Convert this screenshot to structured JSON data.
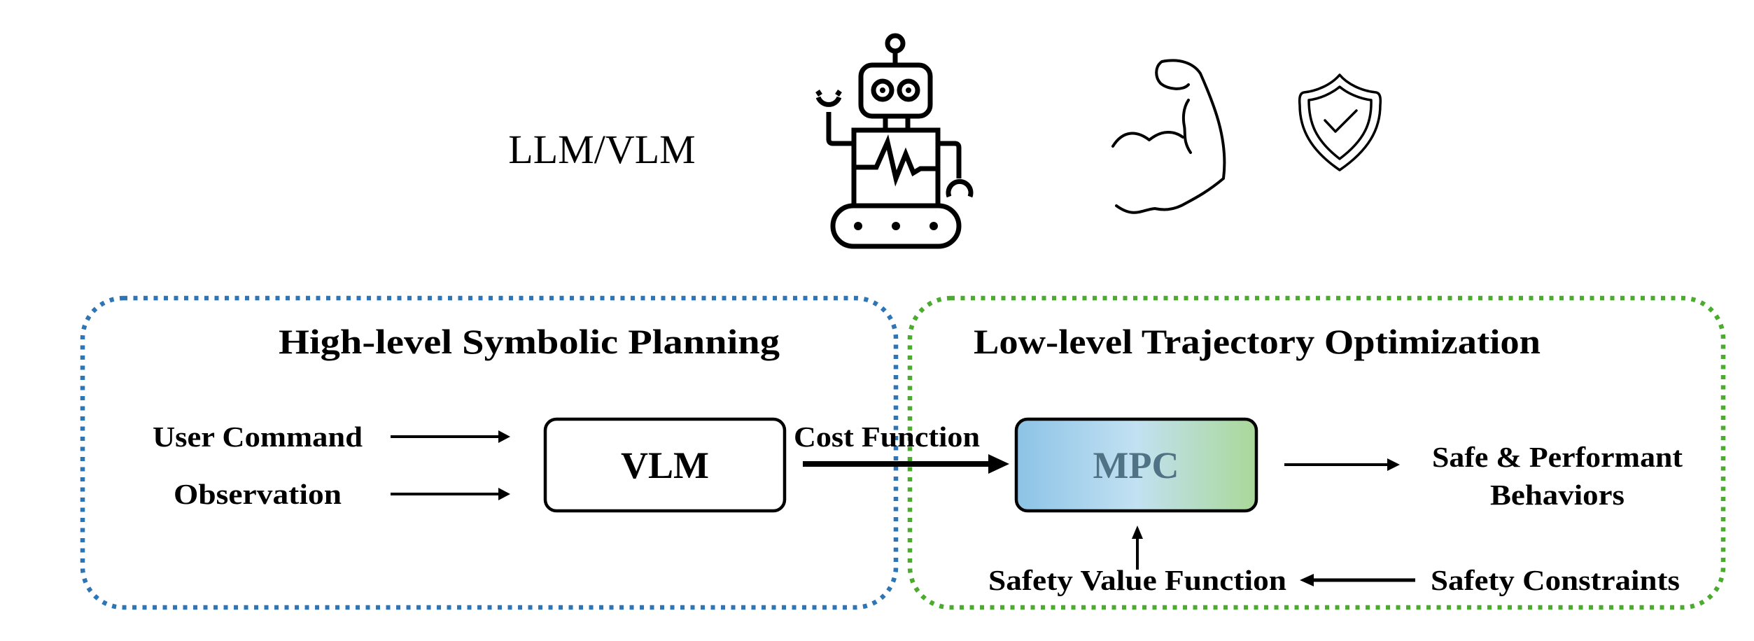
{
  "header": {
    "model_label": "LLM/VLM",
    "icons": [
      "robot-icon",
      "flexed-bicep-icon",
      "shield-check-icon"
    ]
  },
  "colors": {
    "high_level_border": "#2E75B6",
    "low_level_border": "#4AAB2E",
    "mpc_gradient_left": "#8CC3E6",
    "mpc_gradient_mid": "#C2E1F2",
    "mpc_gradient_right": "#A9D898",
    "mpc_text": "#4F7285"
  },
  "high_level": {
    "title": "High-level Symbolic Planning",
    "inputs": [
      "User Command",
      "Observation"
    ],
    "model_box": "VLM"
  },
  "connector": {
    "label": "Cost Function"
  },
  "low_level": {
    "title": "Low-level Trajectory Optimization",
    "solver_box": "MPC",
    "output_line1": "Safe & Performant",
    "output_line2": "Behaviors",
    "safety_value": "Safety Value Function",
    "safety_constraints": "Safety Constraints"
  }
}
